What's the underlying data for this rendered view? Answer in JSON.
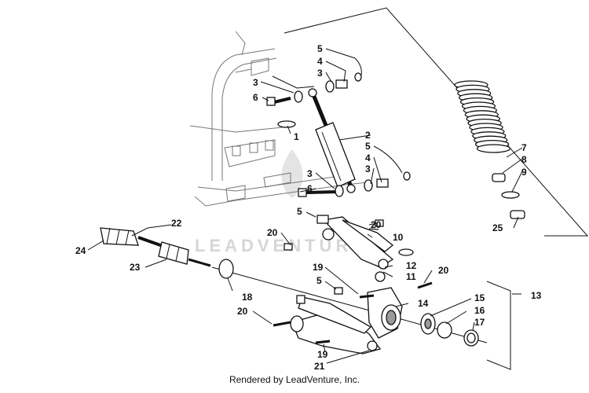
{
  "labels": [
    {
      "id": "5a",
      "text": "5"
    },
    {
      "id": "4a",
      "text": "4"
    },
    {
      "id": "3a",
      "text": "3"
    },
    {
      "id": "3b",
      "text": "3"
    },
    {
      "id": "6a",
      "text": "6"
    },
    {
      "id": "1",
      "text": "1"
    },
    {
      "id": "2",
      "text": "2"
    },
    {
      "id": "5b",
      "text": "5"
    },
    {
      "id": "4b",
      "text": "4"
    },
    {
      "id": "3c",
      "text": "3"
    },
    {
      "id": "3d",
      "text": "3"
    },
    {
      "id": "6b",
      "text": "6"
    },
    {
      "id": "7",
      "text": "7"
    },
    {
      "id": "8",
      "text": "8"
    },
    {
      "id": "9",
      "text": "9"
    },
    {
      "id": "25",
      "text": "25"
    },
    {
      "id": "22",
      "text": "22"
    },
    {
      "id": "5c",
      "text": "5"
    },
    {
      "id": "20a",
      "text": "20"
    },
    {
      "id": "20b",
      "text": "20"
    },
    {
      "id": "10",
      "text": "10"
    },
    {
      "id": "24",
      "text": "24"
    },
    {
      "id": "23",
      "text": "23"
    },
    {
      "id": "12",
      "text": "12"
    },
    {
      "id": "11",
      "text": "11"
    },
    {
      "id": "19a",
      "text": "19"
    },
    {
      "id": "20c",
      "text": "20"
    },
    {
      "id": "5d",
      "text": "5"
    },
    {
      "id": "13",
      "text": "13"
    },
    {
      "id": "18",
      "text": "18"
    },
    {
      "id": "14",
      "text": "14"
    },
    {
      "id": "15",
      "text": "15"
    },
    {
      "id": "20d",
      "text": "20"
    },
    {
      "id": "16",
      "text": "16"
    },
    {
      "id": "17",
      "text": "17"
    },
    {
      "id": "19b",
      "text": "19"
    },
    {
      "id": "21",
      "text": "21"
    }
  ],
  "watermark": "LEADVENTURE",
  "footer": "Rendered by LeadVenture, Inc."
}
